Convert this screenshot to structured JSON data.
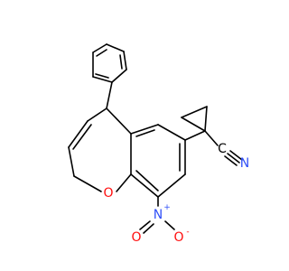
{
  "colors": {
    "bond": "#000000",
    "carbon_label": "#000000",
    "oxygen": "#ff0d0d",
    "nitrogen": "#3050f8"
  },
  "atoms": {
    "ring_oxygen": "O",
    "nitro_nitrogen": "N",
    "nitro_oxygen_left": "O",
    "nitro_oxygen_right": "O",
    "nitrile_carbon": "C",
    "nitrile_nitrogen": "N"
  },
  "charges": {
    "nitro_nitrogen": "+",
    "nitro_oxygen_right": "-"
  }
}
